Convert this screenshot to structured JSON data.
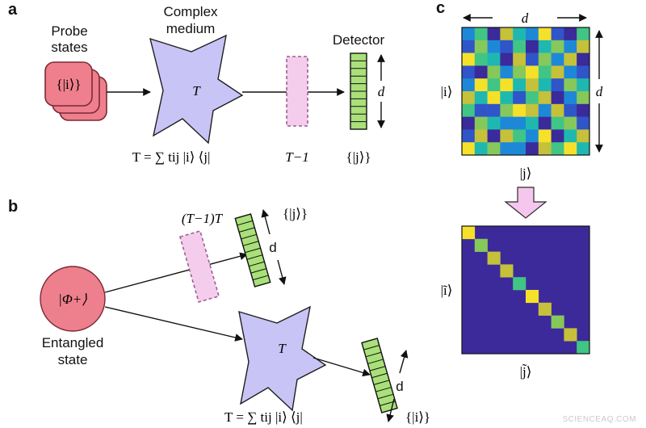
{
  "panels": {
    "a": "a",
    "b": "b",
    "c": "c"
  },
  "panel_a": {
    "probe_label_1": "Probe",
    "probe_label_2": "states",
    "probe_state": "{|i⟩}",
    "medium_label_1": "Complex",
    "medium_label_2": "medium",
    "medium_symbol": "T",
    "inverse_label": "T−1",
    "detector_label": "Detector",
    "dimension": "d",
    "output_state": "{|j⟩}",
    "equation": "T = ∑ tij |i⟩ ⟨j|"
  },
  "panel_b": {
    "state_symbol": "|Φ+⟩",
    "state_label_1": "Entangled",
    "state_label_2": "state",
    "transpose_label": "(T−1)T",
    "upper_output": "{|j⟩}",
    "upper_dimension": "d",
    "medium_symbol": "T",
    "lower_dimension": "d",
    "lower_output": "{|i⟩}",
    "equation": "T = ∑ tij |i⟩ ⟨j|"
  },
  "panel_c": {
    "top_dimension": "d",
    "side_dimension": "d",
    "row_label": "|i⟩",
    "col_label": "|j⟩",
    "row_label_tilde": "|ĩ⟩",
    "col_label_tilde": "|j̃⟩",
    "grid_size": 10,
    "random_matrix": [
      [
        2,
        4,
        0,
        6,
        3,
        2,
        7,
        1,
        0,
        4
      ],
      [
        1,
        5,
        2,
        1,
        4,
        0,
        3,
        5,
        2,
        6
      ],
      [
        7,
        4,
        3,
        0,
        6,
        1,
        5,
        2,
        6,
        0
      ],
      [
        1,
        0,
        5,
        2,
        5,
        7,
        4,
        6,
        2,
        1
      ],
      [
        2,
        7,
        4,
        7,
        3,
        6,
        3,
        1,
        5,
        3
      ],
      [
        6,
        3,
        7,
        3,
        1,
        4,
        6,
        0,
        2,
        5
      ],
      [
        4,
        1,
        1,
        5,
        7,
        6,
        2,
        6,
        1,
        0
      ],
      [
        0,
        5,
        3,
        2,
        2,
        3,
        0,
        4,
        5,
        1
      ],
      [
        1,
        6,
        0,
        6,
        4,
        2,
        7,
        0,
        3,
        6
      ],
      [
        7,
        3,
        5,
        2,
        2,
        0,
        6,
        4,
        7,
        3
      ]
    ],
    "diagonal_values": [
      0.95,
      0.75,
      0.85,
      0.92,
      0.6,
      0.96,
      0.82,
      0.65,
      0.9,
      0.55
    ],
    "colors": {
      "matrix_background": "#3c2a9b",
      "palette": [
        "#3a2a9a",
        "#2f55c8",
        "#1e88d8",
        "#1fb8b0",
        "#41c585",
        "#86c85a",
        "#c5c13a",
        "#f5e12a"
      ]
    }
  },
  "colors": {
    "probe_fill": "#ef7f8c",
    "probe_stroke": "#7a2a36",
    "medium_fill": "#c9c4f6",
    "medium_stroke": "#1e1e1e",
    "inverse_fill": "#f5cdec",
    "inverse_stroke": "#9c5f92",
    "detector_fill": "#a9e07a",
    "entangled_fill": "#ee7f8c",
    "down_arrow_fill": "#f5c6ee"
  },
  "watermark": "SCIENCEAQ.COM"
}
